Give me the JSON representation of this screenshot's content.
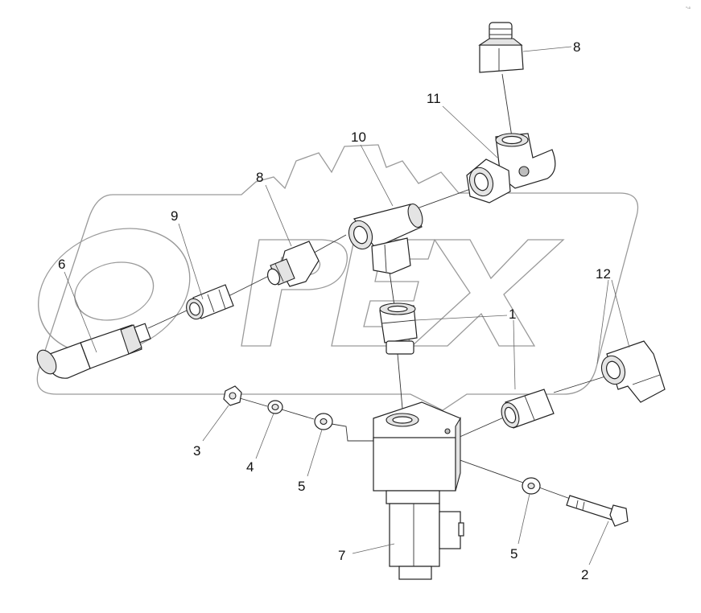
{
  "watermark": {
    "text": "OPEX"
  },
  "corner_mark": "°ⁿᴰ",
  "callouts": [
    {
      "id": "c1",
      "label": "1"
    },
    {
      "id": "c2",
      "label": "2"
    },
    {
      "id": "c3",
      "label": "3"
    },
    {
      "id": "c4",
      "label": "4"
    },
    {
      "id": "c5a",
      "label": "5"
    },
    {
      "id": "c5b",
      "label": "5"
    },
    {
      "id": "c6",
      "label": "6"
    },
    {
      "id": "c7",
      "label": "7"
    },
    {
      "id": "c8a",
      "label": "8"
    },
    {
      "id": "c8b",
      "label": "8"
    },
    {
      "id": "c9",
      "label": "9"
    },
    {
      "id": "c10",
      "label": "10"
    },
    {
      "id": "c11",
      "label": "11"
    },
    {
      "id": "c12",
      "label": "12"
    }
  ]
}
